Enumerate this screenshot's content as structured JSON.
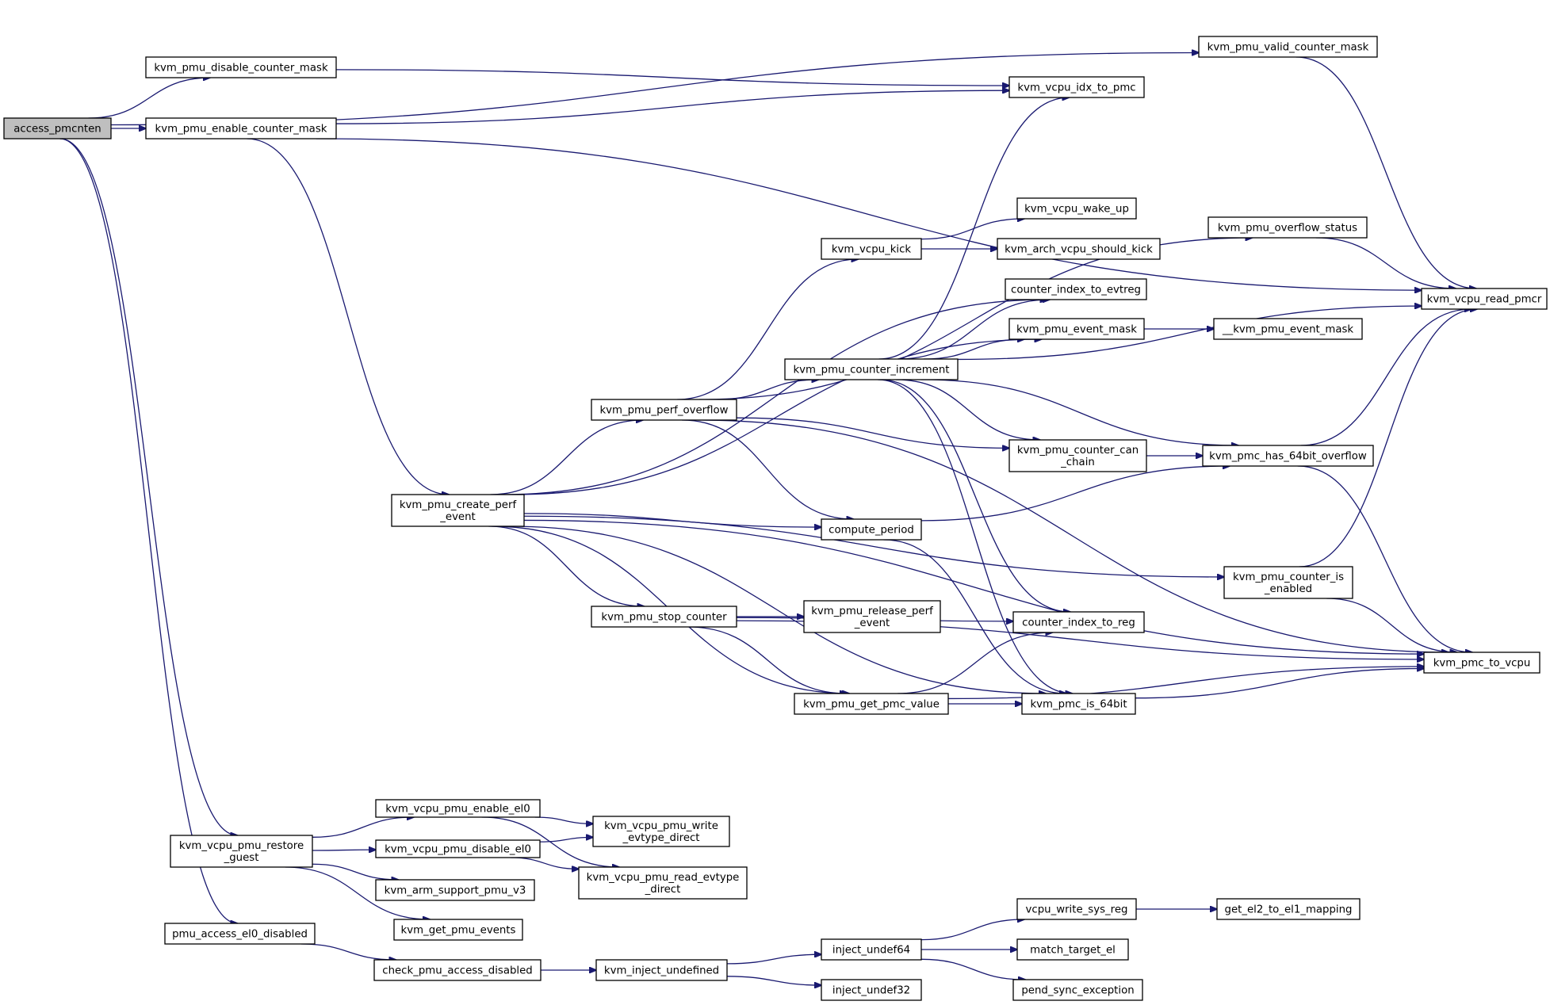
{
  "colors": {
    "edge": "#191970",
    "root_fill": "#bfbfbf",
    "node_fill": "#ffffff",
    "node_border": "#000000"
  },
  "nodes": {
    "access_pmcnten": [
      "access_pmcnten"
    ],
    "kvm_pmu_disable_counter_mask": [
      "kvm_pmu_disable_counter_mask"
    ],
    "kvm_pmu_enable_counter_mask": [
      "kvm_pmu_enable_counter_mask"
    ],
    "kvm_pmu_valid_counter_mask": [
      "kvm_pmu_valid_counter_mask"
    ],
    "kvm_vcpu_idx_to_pmc": [
      "kvm_vcpu_idx_to_pmc"
    ],
    "kvm_vcpu_wake_up": [
      "kvm_vcpu_wake_up"
    ],
    "kvm_vcpu_kick": [
      "kvm_vcpu_kick"
    ],
    "kvm_arch_vcpu_should_kick": [
      "kvm_arch_vcpu_should_kick"
    ],
    "kvm_pmu_overflow_status": [
      "kvm_pmu_overflow_status"
    ],
    "counter_index_to_evtreg": [
      "counter_index_to_evtreg"
    ],
    "kvm_vcpu_read_pmcr": [
      "kvm_vcpu_read_pmcr"
    ],
    "kvm_pmu_event_mask": [
      "kvm_pmu_event_mask"
    ],
    "__kvm_pmu_event_mask": [
      "__kvm_pmu_event_mask"
    ],
    "kvm_pmu_counter_increment": [
      "kvm_pmu_counter_increment"
    ],
    "kvm_pmu_perf_overflow": [
      "kvm_pmu_perf_overflow"
    ],
    "kvm_pmu_counter_can_chain": [
      "kvm_pmu_counter_can",
      "_chain"
    ],
    "kvm_pmc_has_64bit_overflow": [
      "kvm_pmc_has_64bit_overflow"
    ],
    "kvm_pmu_create_perf_event": [
      "kvm_pmu_create_perf",
      "_event"
    ],
    "compute_period": [
      "compute_period"
    ],
    "kvm_pmu_counter_is_enabled": [
      "kvm_pmu_counter_is",
      "_enabled"
    ],
    "kvm_pmu_stop_counter": [
      "kvm_pmu_stop_counter"
    ],
    "kvm_pmu_release_perf_event": [
      "kvm_pmu_release_perf",
      "_event"
    ],
    "counter_index_to_reg": [
      "counter_index_to_reg"
    ],
    "kvm_pmc_to_vcpu": [
      "kvm_pmc_to_vcpu"
    ],
    "kvm_pmu_get_pmc_value": [
      "kvm_pmu_get_pmc_value"
    ],
    "kvm_pmc_is_64bit": [
      "kvm_pmc_is_64bit"
    ],
    "kvm_vcpu_pmu_enable_el0": [
      "kvm_vcpu_pmu_enable_el0"
    ],
    "kvm_vcpu_pmu_write_evtype_direct": [
      "kvm_vcpu_pmu_write",
      "_evtype_direct"
    ],
    "kvm_vcpu_pmu_restore_guest": [
      "kvm_vcpu_pmu_restore",
      "_guest"
    ],
    "kvm_vcpu_pmu_disable_el0": [
      "kvm_vcpu_pmu_disable_el0"
    ],
    "kvm_vcpu_pmu_read_evtype_direct": [
      "kvm_vcpu_pmu_read_evtype",
      "_direct"
    ],
    "kvm_arm_support_pmu_v3": [
      "kvm_arm_support_pmu_v3"
    ],
    "kvm_get_pmu_events": [
      "kvm_get_pmu_events"
    ],
    "vcpu_write_sys_reg": [
      "vcpu_write_sys_reg"
    ],
    "get_el2_to_el1_mapping": [
      "get_el2_to_el1_mapping"
    ],
    "pmu_access_el0_disabled": [
      "pmu_access_el0_disabled"
    ],
    "inject_undef64": [
      "inject_undef64"
    ],
    "match_target_el": [
      "match_target_el"
    ],
    "check_pmu_access_disabled": [
      "check_pmu_access_disabled"
    ],
    "kvm_inject_undefined": [
      "kvm_inject_undefined"
    ],
    "pend_sync_exception": [
      "pend_sync_exception"
    ],
    "inject_undef32": [
      "inject_undef32"
    ]
  },
  "edges": [
    [
      "access_pmcnten",
      "kvm_pmu_valid_counter_mask"
    ],
    [
      "access_pmcnten",
      "kvm_pmu_disable_counter_mask"
    ],
    [
      "access_pmcnten",
      "kvm_pmu_enable_counter_mask"
    ],
    [
      "access_pmcnten",
      "kvm_vcpu_pmu_restore_guest"
    ],
    [
      "access_pmcnten",
      "pmu_access_el0_disabled"
    ],
    [
      "kvm_pmu_disable_counter_mask",
      "kvm_vcpu_idx_to_pmc"
    ],
    [
      "kvm_pmu_enable_counter_mask",
      "kvm_vcpu_idx_to_pmc"
    ],
    [
      "kvm_pmu_enable_counter_mask",
      "kvm_vcpu_read_pmcr"
    ],
    [
      "kvm_pmu_enable_counter_mask",
      "kvm_pmu_create_perf_event"
    ],
    [
      "kvm_pmu_valid_counter_mask",
      "kvm_vcpu_read_pmcr"
    ],
    [
      "kvm_vcpu_kick",
      "kvm_vcpu_wake_up"
    ],
    [
      "kvm_vcpu_kick",
      "kvm_arch_vcpu_should_kick"
    ],
    [
      "kvm_pmu_overflow_status",
      "kvm_vcpu_read_pmcr"
    ],
    [
      "kvm_pmu_event_mask",
      "__kvm_pmu_event_mask"
    ],
    [
      "kvm_pmu_counter_increment",
      "kvm_vcpu_idx_to_pmc"
    ],
    [
      "kvm_pmu_counter_increment",
      "counter_index_to_evtreg"
    ],
    [
      "kvm_pmu_counter_increment",
      "kvm_pmu_event_mask"
    ],
    [
      "kvm_pmu_counter_increment",
      "kvm_vcpu_read_pmcr"
    ],
    [
      "kvm_pmu_counter_increment",
      "kvm_pmu_counter_can_chain"
    ],
    [
      "kvm_pmu_counter_increment",
      "kvm_pmc_has_64bit_overflow"
    ],
    [
      "kvm_pmu_counter_increment",
      "counter_index_to_reg"
    ],
    [
      "kvm_pmu_counter_increment",
      "kvm_pmc_is_64bit"
    ],
    [
      "kvm_pmu_perf_overflow",
      "kvm_pmu_overflow_status"
    ],
    [
      "kvm_pmu_perf_overflow",
      "kvm_vcpu_kick"
    ],
    [
      "kvm_pmu_perf_overflow",
      "kvm_pmu_counter_increment"
    ],
    [
      "kvm_pmu_perf_overflow",
      "kvm_pmu_counter_can_chain"
    ],
    [
      "kvm_pmu_perf_overflow",
      "compute_period"
    ],
    [
      "kvm_pmu_perf_overflow",
      "kvm_pmc_to_vcpu"
    ],
    [
      "kvm_pmu_counter_can_chain",
      "kvm_pmc_has_64bit_overflow"
    ],
    [
      "kvm_pmc_has_64bit_overflow",
      "kvm_vcpu_read_pmcr"
    ],
    [
      "kvm_pmc_has_64bit_overflow",
      "kvm_pmc_to_vcpu"
    ],
    [
      "kvm_pmu_create_perf_event",
      "counter_index_to_evtreg"
    ],
    [
      "kvm_pmu_create_perf_event",
      "kvm_pmu_event_mask"
    ],
    [
      "kvm_pmu_create_perf_event",
      "kvm_pmu_perf_overflow"
    ],
    [
      "kvm_pmu_create_perf_event",
      "compute_period"
    ],
    [
      "kvm_pmu_create_perf_event",
      "kvm_pmu_counter_is_enabled"
    ],
    [
      "kvm_pmu_create_perf_event",
      "kvm_pmc_to_vcpu"
    ],
    [
      "kvm_pmu_create_perf_event",
      "kvm_pmu_stop_counter"
    ],
    [
      "kvm_pmu_create_perf_event",
      "kvm_pmu_get_pmc_value"
    ],
    [
      "kvm_pmu_create_perf_event",
      "kvm_pmc_is_64bit"
    ],
    [
      "compute_period",
      "kvm_pmc_has_64bit_overflow"
    ],
    [
      "compute_period",
      "kvm_pmc_is_64bit"
    ],
    [
      "kvm_pmu_counter_is_enabled",
      "kvm_vcpu_read_pmcr"
    ],
    [
      "kvm_pmu_counter_is_enabled",
      "kvm_pmc_to_vcpu"
    ],
    [
      "kvm_pmu_stop_counter",
      "kvm_pmu_release_perf_event"
    ],
    [
      "kvm_pmu_stop_counter",
      "counter_index_to_reg"
    ],
    [
      "kvm_pmu_stop_counter",
      "kvm_pmc_to_vcpu"
    ],
    [
      "kvm_pmu_stop_counter",
      "kvm_pmu_get_pmc_value"
    ],
    [
      "kvm_pmu_get_pmc_value",
      "counter_index_to_reg"
    ],
    [
      "kvm_pmu_get_pmc_value",
      "kvm_pmc_is_64bit"
    ],
    [
      "kvm_pmu_get_pmc_value",
      "kvm_pmc_to_vcpu"
    ],
    [
      "kvm_pmc_is_64bit",
      "kvm_pmc_to_vcpu"
    ],
    [
      "kvm_vcpu_pmu_restore_guest",
      "kvm_vcpu_pmu_enable_el0"
    ],
    [
      "kvm_vcpu_pmu_restore_guest",
      "kvm_vcpu_pmu_disable_el0"
    ],
    [
      "kvm_vcpu_pmu_restore_guest",
      "kvm_arm_support_pmu_v3"
    ],
    [
      "kvm_vcpu_pmu_restore_guest",
      "kvm_get_pmu_events"
    ],
    [
      "kvm_vcpu_pmu_enable_el0",
      "kvm_vcpu_pmu_write_evtype_direct"
    ],
    [
      "kvm_vcpu_pmu_enable_el0",
      "kvm_vcpu_pmu_read_evtype_direct"
    ],
    [
      "kvm_vcpu_pmu_disable_el0",
      "kvm_vcpu_pmu_write_evtype_direct"
    ],
    [
      "kvm_vcpu_pmu_disable_el0",
      "kvm_vcpu_pmu_read_evtype_direct"
    ],
    [
      "pmu_access_el0_disabled",
      "check_pmu_access_disabled"
    ],
    [
      "check_pmu_access_disabled",
      "kvm_inject_undefined"
    ],
    [
      "kvm_inject_undefined",
      "inject_undef64"
    ],
    [
      "kvm_inject_undefined",
      "inject_undef32"
    ],
    [
      "inject_undef64",
      "vcpu_write_sys_reg"
    ],
    [
      "inject_undef64",
      "match_target_el"
    ],
    [
      "inject_undef64",
      "pend_sync_exception"
    ],
    [
      "vcpu_write_sys_reg",
      "get_el2_to_el1_mapping"
    ]
  ]
}
